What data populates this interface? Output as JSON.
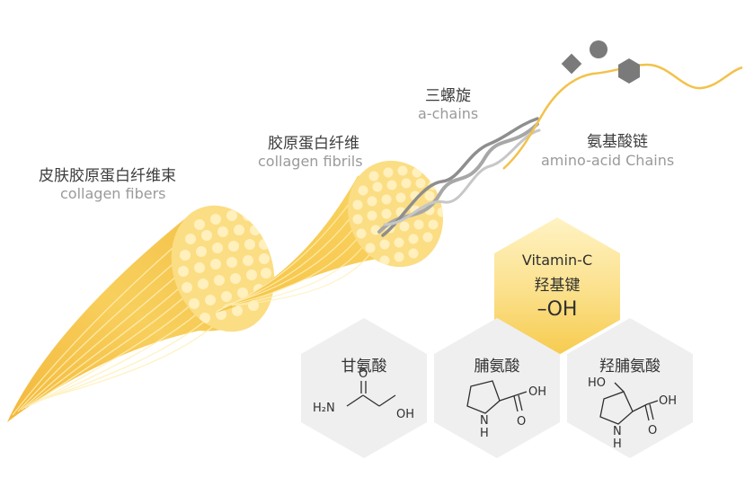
{
  "colors": {
    "gold_light": "#FFE08C",
    "gold_mid": "#F6C84C",
    "gold_dark": "#E8A928",
    "fiber_core": "#FBDD84",
    "hex_grey": "#EFEFEF",
    "shape_grey": "#7A7A7A",
    "helix_grey": "#9E9E9E",
    "chain_gold": "#F2C24A"
  },
  "labels": {
    "fibers": {
      "cn": "皮肤胶原蛋白纤维束",
      "en": "collagen fibers"
    },
    "fibrils": {
      "cn": "胶原蛋白纤维",
      "en": "collagen fibrils"
    },
    "achains": {
      "cn": "三螺旋",
      "en": "a-chains"
    },
    "amino": {
      "cn": "氨基酸链",
      "en": "amino-acid Chains"
    }
  },
  "vitamin_c": {
    "name": "Vitamin-C",
    "bond": "羟基键",
    "group": "–OH"
  },
  "amino_acids": [
    {
      "name": "甘氨酸",
      "formula": {
        "h2n": "H₂N",
        "oh": "OH",
        "o": "O"
      }
    },
    {
      "name": "脯氨酸",
      "formula": {
        "oh": "OH",
        "o": "O",
        "n": "N",
        "h": "H"
      }
    },
    {
      "name": "羟脯氨酸",
      "formula": {
        "ho": "HO",
        "oh": "OH",
        "o": "O",
        "n": "N",
        "h": "H"
      }
    }
  ]
}
